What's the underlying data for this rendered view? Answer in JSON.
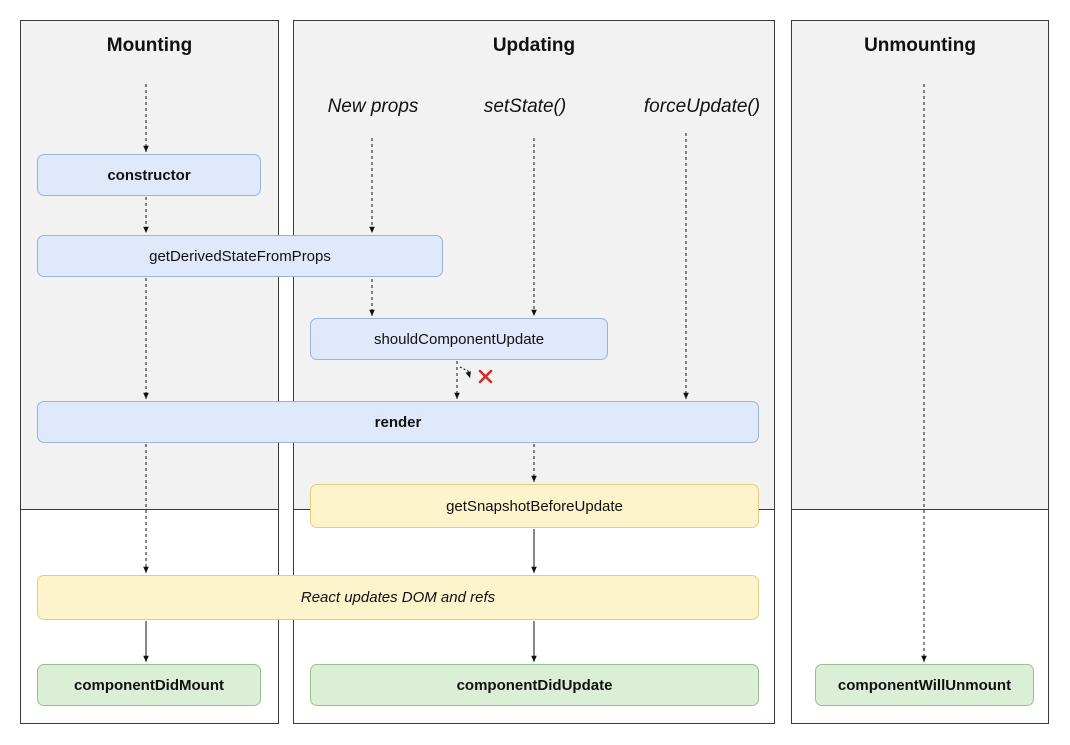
{
  "columns": {
    "mounting": {
      "title": "Mounting"
    },
    "updating": {
      "title": "Updating"
    },
    "unmounting": {
      "title": "Unmounting"
    }
  },
  "triggers": {
    "new_props": "New props",
    "set_state": "setState()",
    "force_update": "forceUpdate()"
  },
  "boxes": {
    "constructor": "constructor",
    "get_derived_state": "getDerivedStateFromProps",
    "should_update": "shouldComponentUpdate",
    "render": "render",
    "get_snapshot": "getSnapshotBeforeUpdate",
    "react_updates": "React updates DOM and refs",
    "did_mount": "componentDidMount",
    "did_update": "componentDidUpdate",
    "will_unmount": "componentWillUnmount"
  },
  "colors": {
    "phase_background": "#f2f2f2",
    "blue_box": "#dfe9fb",
    "yellow_box": "#fdf4cc",
    "green_box": "#dbeed6",
    "cancel_mark": "#d22b2b"
  }
}
